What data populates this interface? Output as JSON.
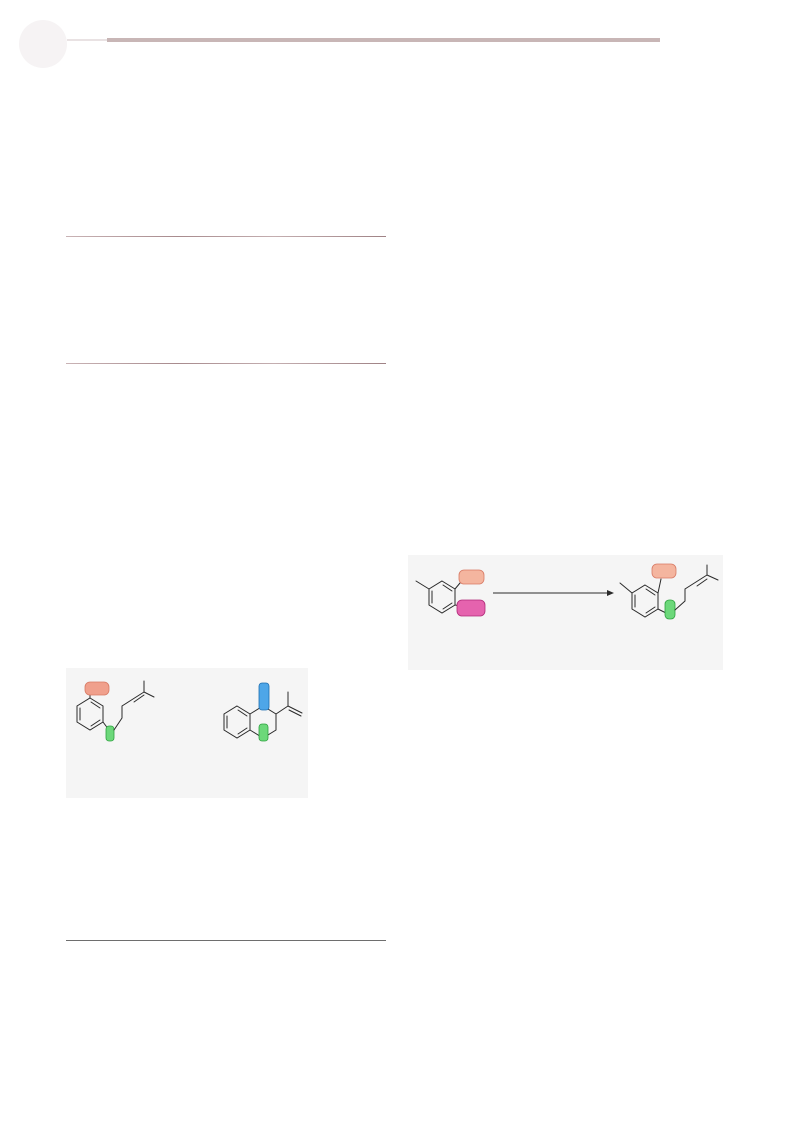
{
  "page": {
    "background": "#ffffff",
    "badge_color": "#f6f3f4",
    "header_rule_color": "#c8b6b6"
  },
  "figures": {
    "colors": {
      "salmon": "#f0a08c",
      "green": "#49c95a",
      "blue": "#3f97dc",
      "magenta": "#e0449a",
      "panel_bg": "#f5f5f5"
    },
    "panel_left": {
      "molecules": [
        "prenylated-benzene-with-salmon-and-green-markers",
        "fused-bicyclic-with-blue-and-green-markers"
      ]
    },
    "panel_right": {
      "molecules": [
        "methylbenzene-with-salmon-and-magenta-markers",
        "prenylated-methylbenzene-with-salmon-and-green-markers"
      ],
      "arrow": "reaction-arrow"
    }
  }
}
